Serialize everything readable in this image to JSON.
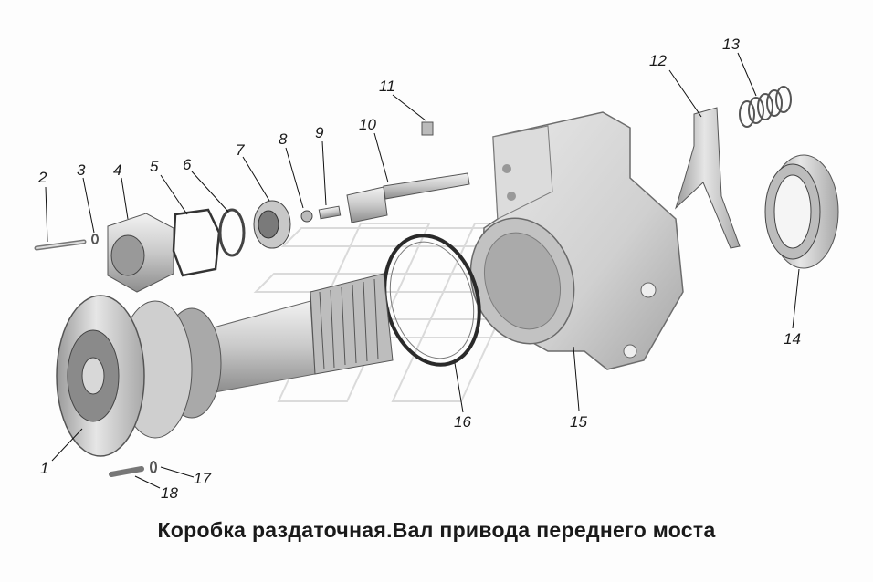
{
  "caption": "Коробка раздаточная.Вал привода переднего моста",
  "callouts": [
    "1",
    "2",
    "3",
    "4",
    "5",
    "6",
    "7",
    "8",
    "9",
    "10",
    "11",
    "12",
    "13",
    "14",
    "15",
    "16",
    "17",
    "18"
  ]
}
